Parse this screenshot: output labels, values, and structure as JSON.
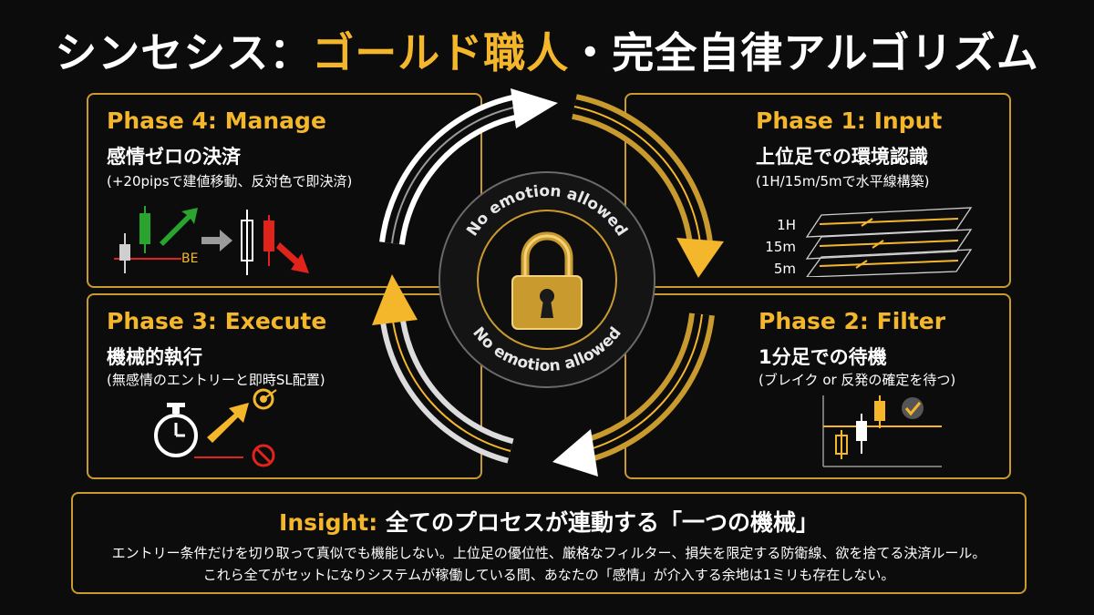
{
  "title": {
    "part1": "シンセシス：",
    "part2": "ゴールド職人",
    "part3": "・完全自律アルゴリズム"
  },
  "phases": [
    {
      "id": "manage",
      "title": "Phase 4: Manage",
      "subtitle": "感情ゼロの決済",
      "note": "(+20pipsで建値移動、反対色で即決済)",
      "badge": "BE"
    },
    {
      "id": "input",
      "title": "Phase 1: Input",
      "subtitle": "上位足での環境認識",
      "note": "(1H/15m/5mで水平線構築)",
      "timeframes": [
        "1H",
        "15m",
        "5m"
      ]
    },
    {
      "id": "execute",
      "title": "Phase 3: Execute",
      "subtitle": "機械的執行",
      "note": "(無感情のエントリーと即時SL配置)"
    },
    {
      "id": "filter",
      "title": "Phase 2: Filter",
      "subtitle": "1分足での待機",
      "note": "(ブレイク or 反発の確定を待つ)"
    }
  ],
  "center": {
    "ring_text_top": "No emotion allowed",
    "ring_text_bottom": "No emotion allowed",
    "icon": "padlock-icon"
  },
  "insight": {
    "label": "Insight:",
    "headline": "全てのプロセスが連動する「一つの機械」",
    "line1": "エントリー条件だけを切り取って真似でも機能しない。上位足の優位性、厳格なフィルター、損失を限定する防衛線、欲を捨てる決済ルール。",
    "line2": "これら全てがセットになりシステムが稼働している間、あなたの「感情」が介入する余地は1ミリも存在しない。"
  },
  "colors": {
    "gold": "#f4b72c",
    "gold_dark": "#c99a2e",
    "green": "#2aa42e",
    "red": "#e0241c",
    "background": "#0c0c0c"
  }
}
